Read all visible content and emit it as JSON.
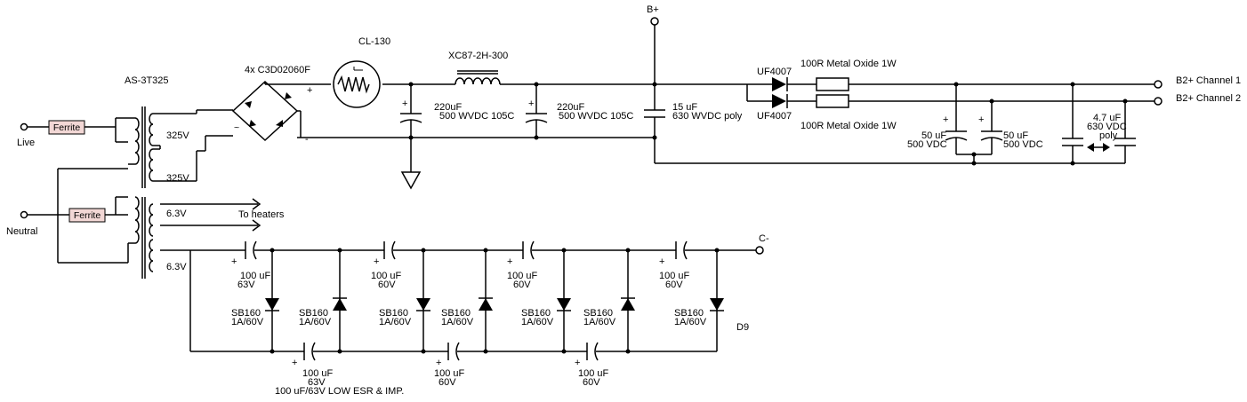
{
  "labels": {
    "live": "Live",
    "neutral": "Neutral",
    "ferrite": "Ferrite",
    "transformer": "AS-3T325",
    "sec1": "325V",
    "sec2": "325V",
    "heater": "6.3V",
    "bias_winding": "6.3V",
    "to_heaters": "To heaters",
    "bridge": "4x C3D02060F",
    "plus": "+",
    "minus": "-",
    "ntc": "CL-130",
    "choke": "XC87-2H-300",
    "c1_a": "220uF",
    "c1_b": "500 WVDC 105C",
    "c2_a": "220uF",
    "c2_b": "500 WVDC 105C",
    "c3_a": "15 uF",
    "c3_b": "630 WVDC poly",
    "bplus": "B+",
    "uf4007": "UF4007",
    "resistor": "100R Metal Oxide 1W",
    "cap50_a": "50 uF",
    "cap50_b": "500 VDC",
    "cap47_a": "4.7 uF",
    "cap47_b": "630 VDC",
    "cap47_c": "poly",
    "ch1": "B2+ Channel 1",
    "ch2": "B2+ Channel 2",
    "cminus": "C-",
    "cap100_a": "100 uF",
    "cap63": "63V",
    "cap60": "60V",
    "sb160": "SB160",
    "sb_rating": "1A/60V",
    "d9": "D9",
    "low_esr": "100 uF/63V LOW ESR & IMP."
  }
}
